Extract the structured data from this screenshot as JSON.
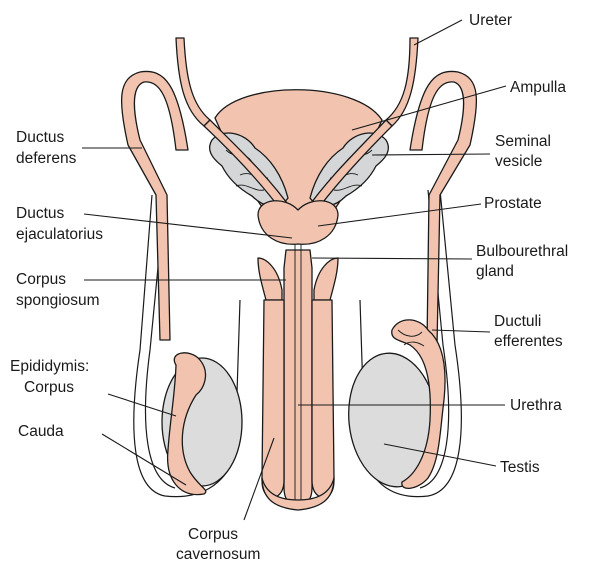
{
  "colors": {
    "tissue": "#f2c4b0",
    "gland": "#d4d6d8",
    "testis": "#dcdcdc",
    "outline": "#1a1a1a"
  },
  "labels": {
    "ureter": "Ureter",
    "ampulla": "Ampulla",
    "seminal_vesicle": [
      "Seminal",
      "vesicle"
    ],
    "prostate": "Prostate",
    "bulbourethral_gland": [
      "Bulbourethral",
      "gland"
    ],
    "ductuli_efferentes": [
      "Ductuli",
      "efferentes"
    ],
    "urethra": "Urethra",
    "testis": "Testis",
    "ductus_deferens": [
      "Ductus",
      "deferens"
    ],
    "ductus_ejaculatorius": [
      "Ductus",
      "ejaculatorius"
    ],
    "corpus_spongiosum": [
      "Corpus",
      "spongiosum"
    ],
    "epididymis_corpus": [
      "Epididymis:",
      "Corpus"
    ],
    "cauda": "Cauda",
    "corpus_cavernosum": [
      "Corpus",
      "cavernosum"
    ]
  }
}
